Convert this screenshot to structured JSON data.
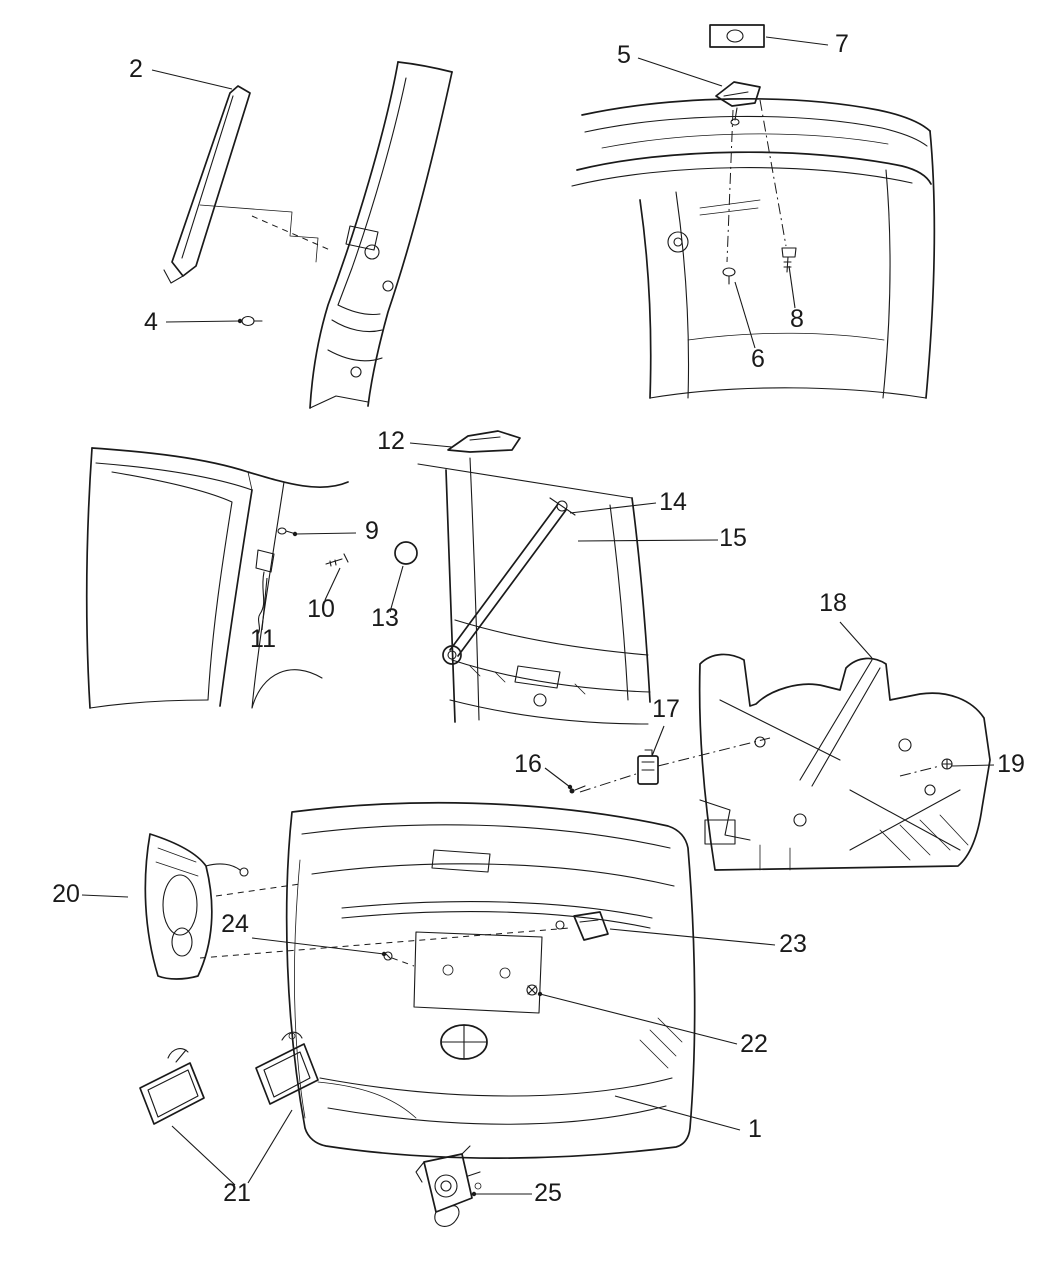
{
  "diagram": {
    "background_color": "#ffffff",
    "line_color": "#1a1a1a",
    "callouts": {
      "c1": "1",
      "c2": "2",
      "c4": "4",
      "c5": "5",
      "c6": "6",
      "c7": "7",
      "c8": "8",
      "c9": "9",
      "c10": "10",
      "c11": "11",
      "c12": "12",
      "c13": "13",
      "c14": "14",
      "c15": "15",
      "c16": "16",
      "c17": "17",
      "c18": "18",
      "c19": "19",
      "c20": "20",
      "c21": "21",
      "c22": "22",
      "c23": "23",
      "c24": "24",
      "c25": "25"
    }
  }
}
